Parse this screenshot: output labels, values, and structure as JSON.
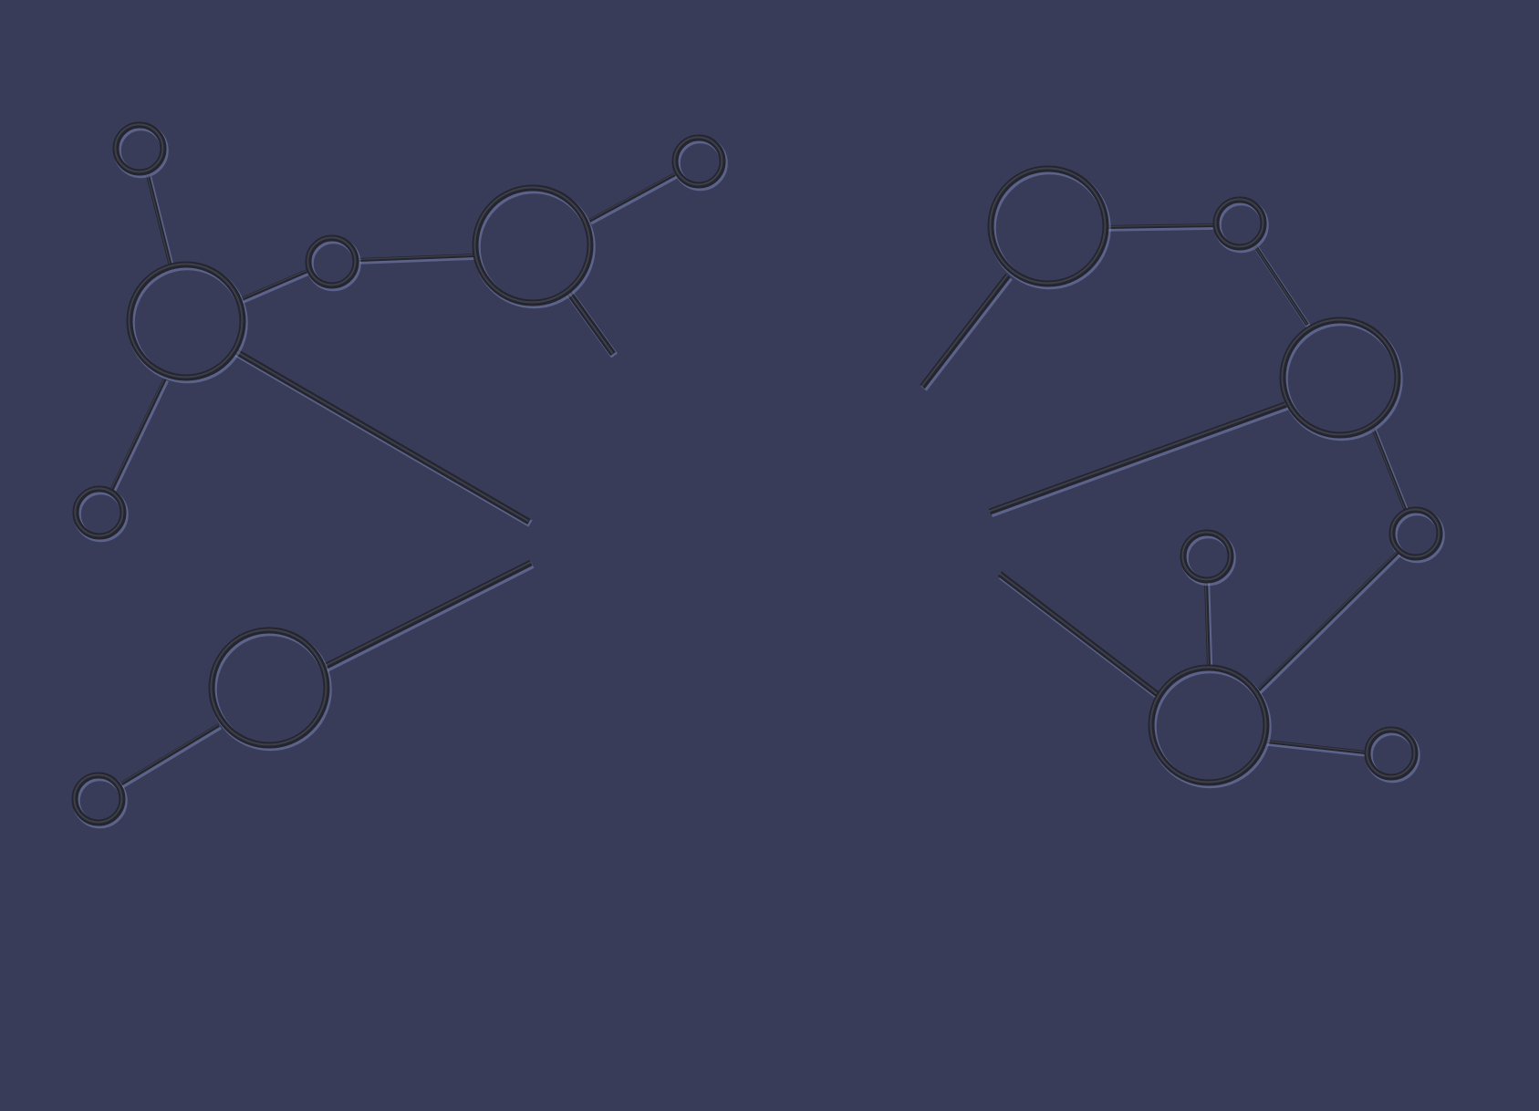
{
  "background_color": "#383c58",
  "groove_color": "#24252f",
  "highlight_color": "#8a93c8",
  "clusters": [
    {
      "id": "top-left-molecule",
      "side": "left"
    },
    {
      "id": "bottom-left-molecule",
      "side": "left"
    },
    {
      "id": "top-right-molecule",
      "side": "right"
    },
    {
      "id": "bottom-right-molecule",
      "side": "right"
    }
  ]
}
